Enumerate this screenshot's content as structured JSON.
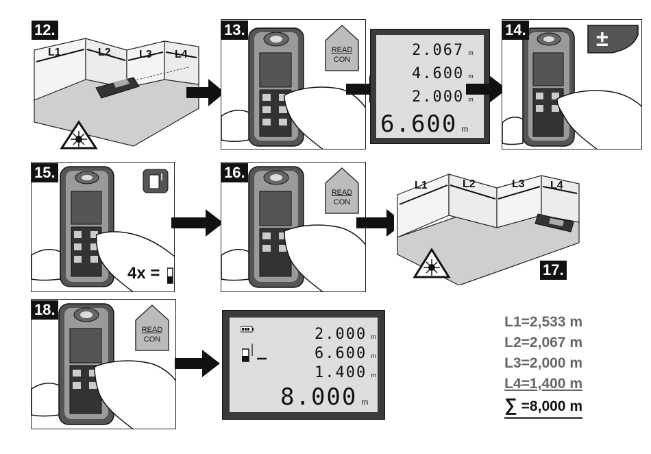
{
  "steps": {
    "s12": "12.",
    "s13": "13.",
    "s14": "14.",
    "s15": "15.",
    "s16": "16.",
    "s17": "17.",
    "s18": "18."
  },
  "room_labels": [
    "L1",
    "L2",
    "L3",
    "L4"
  ],
  "button_label": {
    "read": "READ",
    "con": "CON"
  },
  "plus_minus_symbol": "±",
  "display_13": {
    "line1": "2.067",
    "line2": "4.600",
    "line3": "2.000",
    "main": "6.600",
    "unit": "m"
  },
  "instruction_15": "4x =",
  "display_18": {
    "line1": "2.000",
    "line2": "6.600",
    "line3": "1.400",
    "main": "8.000",
    "unit": "m"
  },
  "results": {
    "l1": "L1=2,533 m",
    "l2": "L2=2,067 m",
    "l3": "L3=2,000 m",
    "l4": "L4=1,400 m",
    "sum_symbol": "∑",
    "sum": "=8,000 m"
  },
  "icons": [
    "laser-warning-icon",
    "arrow-right-icon",
    "hand-icon",
    "laser-device-icon",
    "read-con-button-icon",
    "plus-minus-button-icon",
    "reference-rear-icon",
    "battery-icon"
  ]
}
